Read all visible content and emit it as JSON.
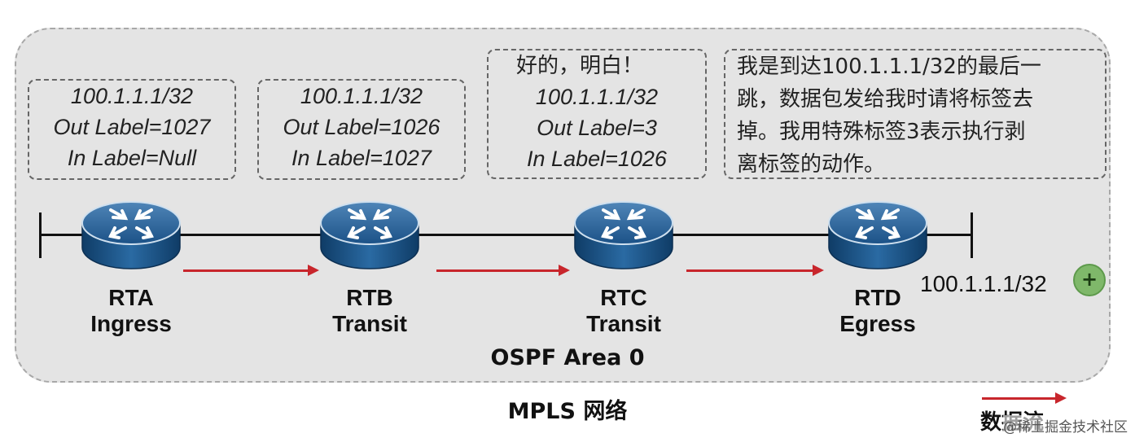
{
  "labels": {
    "rta": {
      "prefix": "100.1.1.1/32",
      "out": "Out Label=1027",
      "in": "In Label=Null"
    },
    "rtb": {
      "prefix": "100.1.1.1/32",
      "out": "Out Label=1026",
      "in": "In Label=1027"
    },
    "rtc": {
      "note": "好的，明白！",
      "prefix": "100.1.1.1/32",
      "out": "Out Label=3",
      "in": "In Label=1026"
    }
  },
  "rtd_note": [
    "我是到达100.1.1.1/32的最后一",
    "跳，数据包发给我时请将标签去",
    "掉。我用特殊标签3表示执行剥",
    "离标签的动作。"
  ],
  "routers": [
    {
      "name": "RTA",
      "role": "Ingress"
    },
    {
      "name": "RTB",
      "role": "Transit"
    },
    {
      "name": "RTC",
      "role": "Transit"
    },
    {
      "name": "RTD",
      "role": "Egress"
    }
  ],
  "destination": "100.1.1.1/32",
  "plus_symbol": "+",
  "area_label": "OSPF Area 0",
  "network_label": "MPLS 网络",
  "legend": "数据流",
  "watermark": "@稀土掘金技术社区",
  "colors": {
    "arrow": "#c8262c",
    "router_top": "#1f5d92",
    "router_side": "#1a4c7a",
    "area_bg": "#e4e4e4"
  }
}
